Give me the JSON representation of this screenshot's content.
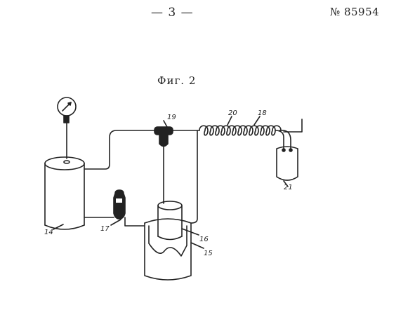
{
  "header": {
    "page_number": "— 3 —",
    "patent_number": "№ 85954"
  },
  "figure": {
    "title": "Фиг. 2",
    "labels": {
      "l14": "14",
      "l15": "15",
      "l16": "16",
      "l17": "17",
      "l18": "18",
      "l19": "19",
      "l20": "20",
      "l21": "21"
    }
  }
}
